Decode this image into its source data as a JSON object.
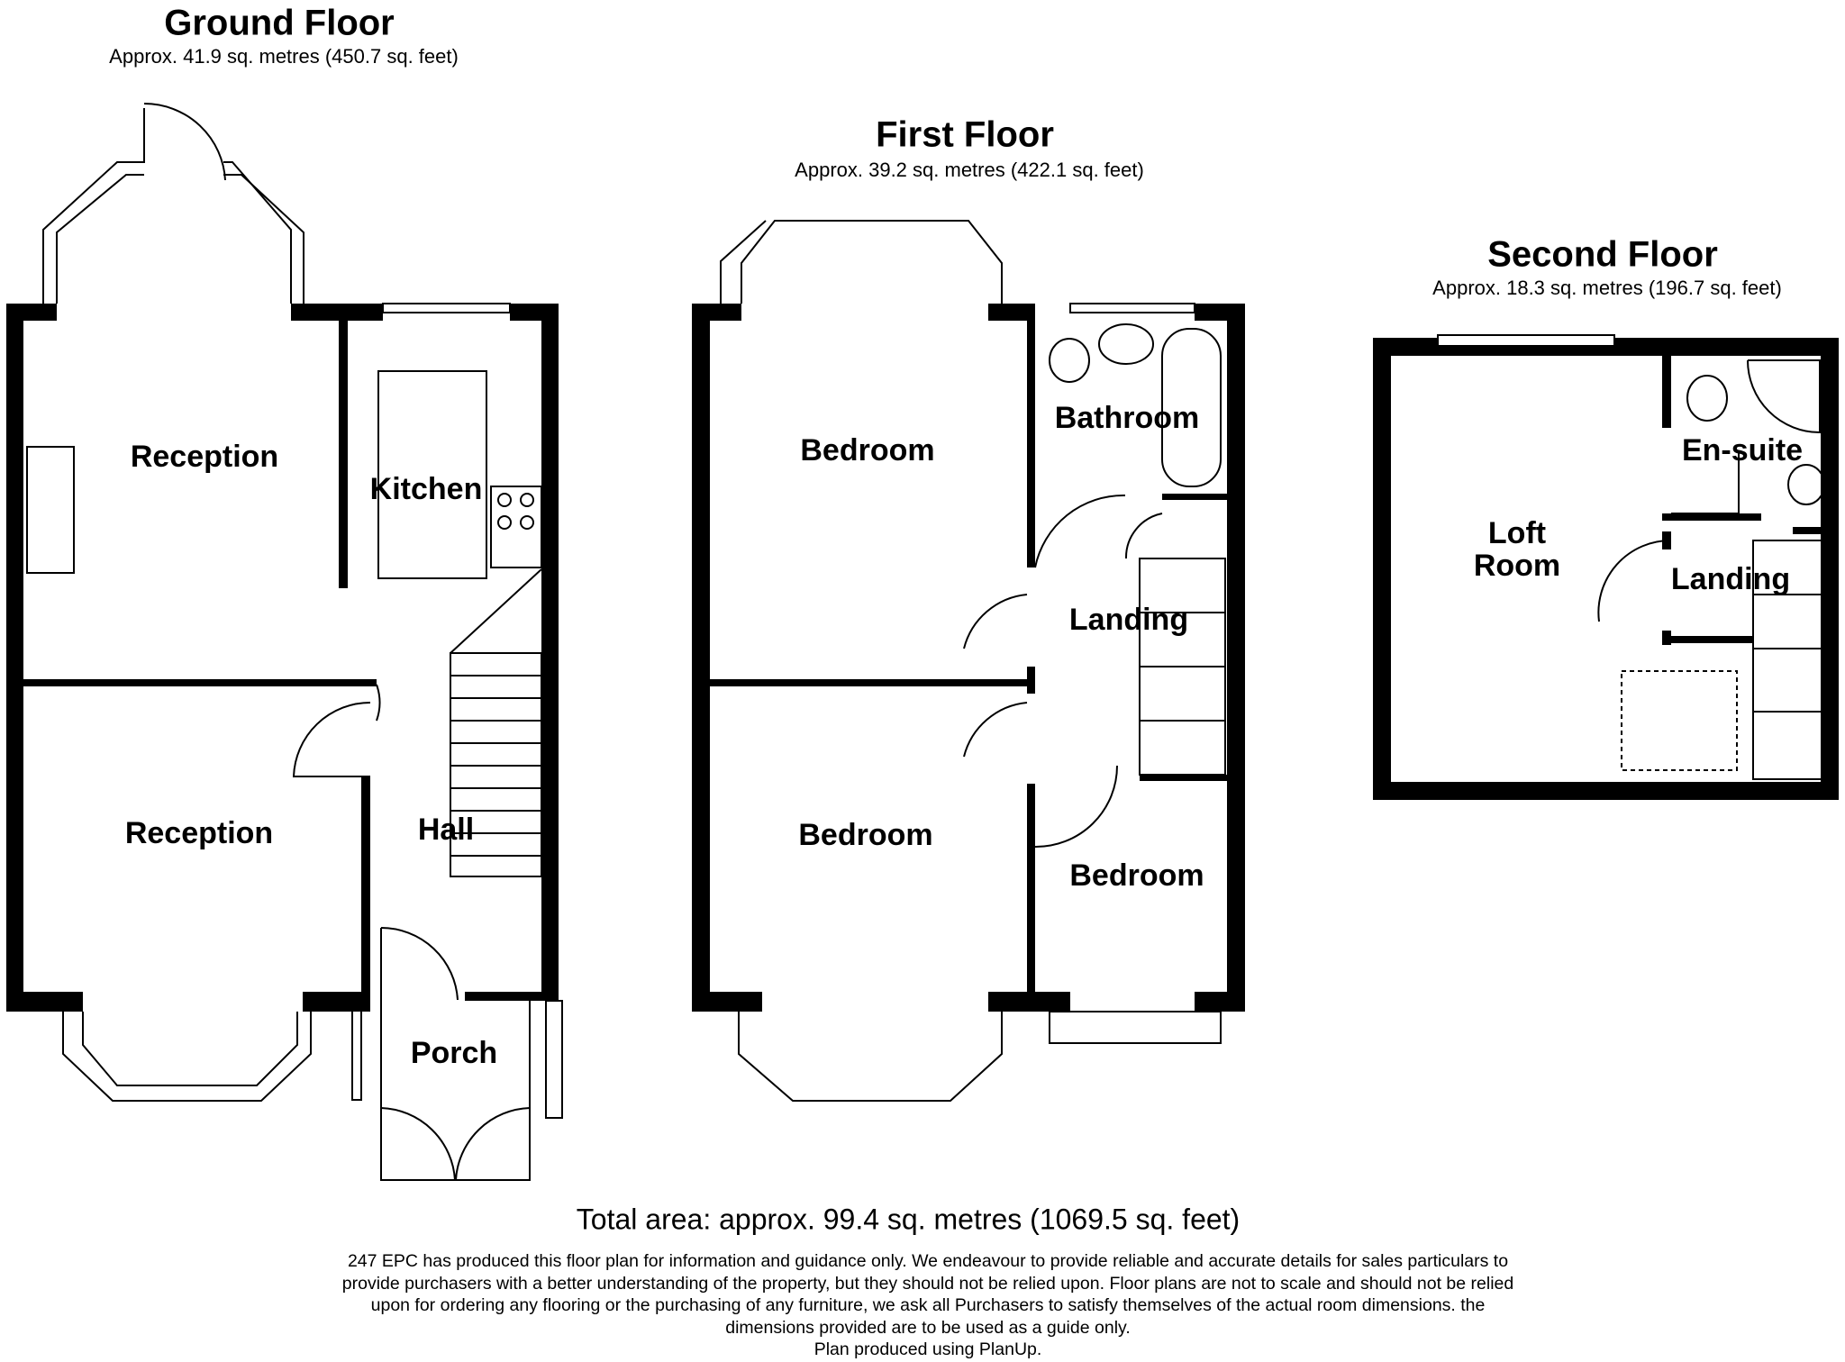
{
  "floors": {
    "ground": {
      "title": "Ground Floor",
      "area": "Approx. 41.9 sq. metres (450.7 sq. feet)",
      "rooms": [
        "Reception",
        "Kitchen",
        "Reception",
        "Hall",
        "Porch"
      ]
    },
    "first": {
      "title": "First Floor",
      "area": "Approx. 39.2 sq. metres (422.1 sq. feet)",
      "rooms": [
        "Bedroom",
        "Bathroom",
        "Landing",
        "Bedroom",
        "Bedroom"
      ]
    },
    "second": {
      "title": "Second Floor",
      "area": "Approx. 18.3 sq. metres (196.7 sq. feet)",
      "rooms": [
        "Loft",
        "Room",
        "En-suite",
        "Landing"
      ]
    }
  },
  "total_area": "Total area: approx. 99.4 sq. metres (1069.5 sq. feet)",
  "disclaimer": [
    "247 EPC has produced this floor plan for information and guidance only. We endeavour to provide reliable and accurate details for sales particulars to",
    "provide purchasers with a better understanding  of the property, but they should not be relied upon. Floor plans are not to scale and should not be relied",
    "upon for ordering any flooring or the purchasing of any furniture, we ask all Purchasers to satisfy themselves of the actual room dimensions. the",
    "dimensions provided are to be used as a guide only.",
    "Plan produced using PlanUp."
  ]
}
